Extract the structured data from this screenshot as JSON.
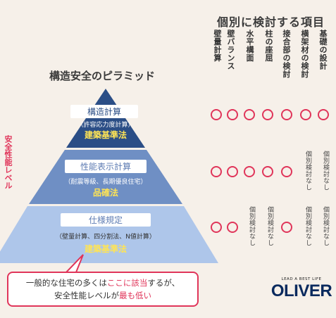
{
  "pyramid_title": "構造安全のピラミッド",
  "columns_title": "個別に検討する項目",
  "columns": [
    {
      "label": "壁量計算"
    },
    {
      "label": "壁バランス"
    },
    {
      "label": "水平構面"
    },
    {
      "label": "柱の座屈"
    },
    {
      "label": "接合部の検討"
    },
    {
      "label": "横架材の検討"
    },
    {
      "label": "基礎の設計"
    }
  ],
  "side_label": "安全性能レベル",
  "tiers": [
    {
      "label": "構造計算",
      "sub": "（許容応力度計算）",
      "law": "建築基準法",
      "cells": [
        "○",
        "○",
        "○",
        "○",
        "○",
        "○",
        "○"
      ]
    },
    {
      "label": "性能表示計算",
      "sub": "（耐震等級、長期優良住宅）",
      "law": "品確法",
      "cells": [
        "○",
        "○",
        "○",
        "○",
        "○",
        "個別検討なし",
        "個別検討なし"
      ]
    },
    {
      "label": "仕様規定",
      "sub": "（壁量計算、四分割法、N値計算）",
      "law": "建築基準法",
      "cells": [
        "○",
        "○",
        "個別検討なし",
        "個別検討なし",
        "○",
        "個別検討なし",
        "個別検討なし"
      ]
    }
  ],
  "callout": {
    "line1_a": "一般的な住宅の多くは",
    "line1_b": "ここに該当",
    "line1_c": "するが、",
    "line2_a": "安全性能レベルが",
    "line2_b": "最も低い"
  },
  "logo": {
    "tagline": "LEAD A BEST LIFE",
    "name": "OLIVER"
  },
  "colors": {
    "accent": "#e0355a",
    "tier1": "#2b4e86",
    "tier2": "#6f8fc4",
    "tier3": "#aec6ea",
    "law": "#ffe455"
  }
}
